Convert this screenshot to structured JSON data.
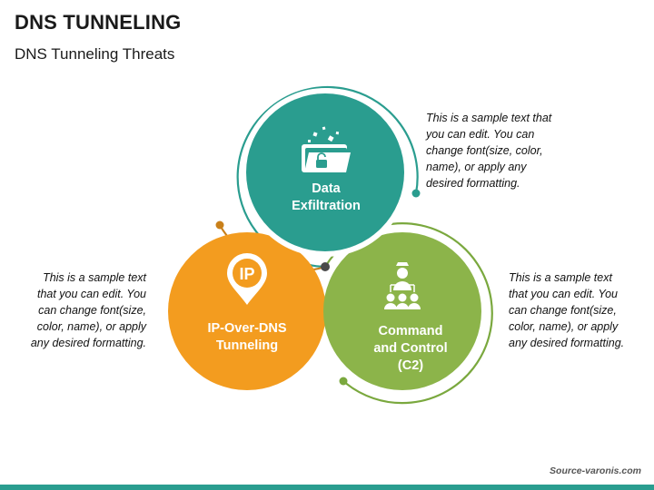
{
  "header": {
    "title": "DNS TUNNELING",
    "subtitle": "DNS Tunneling Threats"
  },
  "nodes": [
    {
      "id": "data-exfiltration",
      "label_lines": [
        "Data",
        "Exfiltration"
      ],
      "icon": "folder-unlock-icon",
      "color": "#2a9d8f",
      "description": "This is a sample text that you can edit. You can change font(size, color, name), or apply any desired formatting."
    },
    {
      "id": "ip-over-dns",
      "label_lines": [
        "IP-Over-DNS",
        "Tunneling"
      ],
      "icon": "ip-location-pin-icon",
      "icon_text": "IP",
      "color": "#f39c1f",
      "description": "This is a sample text that you can edit. You can change font(size, color, name), or apply any desired formatting."
    },
    {
      "id": "command-and-control",
      "label_lines": [
        "Command",
        "and Control",
        "(C2)"
      ],
      "icon": "command-hierarchy-icon",
      "color": "#8cb44a",
      "description": "This is a sample text that you can edit. You can change font(size, color, name), or apply any desired formatting."
    }
  ],
  "ring_colors": {
    "teal": "#2a9d8f",
    "orange": "#c9801a",
    "green": "#7aa83e",
    "center_dot": "#4a4a4a"
  },
  "footer": {
    "source": "Source-varonis.com",
    "bar_color": "#2a9d8f"
  }
}
